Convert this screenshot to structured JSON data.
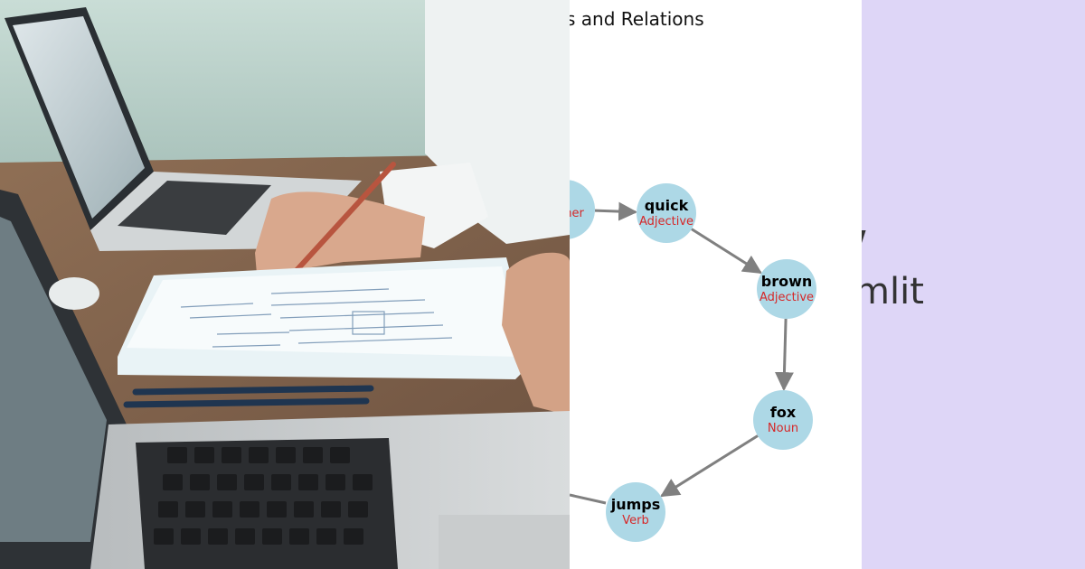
{
  "graph": {
    "title": "s and Relations",
    "nodes": [
      {
        "id": "n0",
        "word": "",
        "tag": "ner"
      },
      {
        "id": "n1",
        "word": "quick",
        "tag": "Adjective"
      },
      {
        "id": "n2",
        "word": "brown",
        "tag": "Adjective"
      },
      {
        "id": "n3",
        "word": "fox",
        "tag": "Noun"
      },
      {
        "id": "n4",
        "word": "jumps",
        "tag": "Verb"
      }
    ],
    "edges": [
      {
        "from": "n0",
        "to": "n1"
      },
      {
        "from": "n1",
        "to": "n2"
      },
      {
        "from": "n2",
        "to": "n3"
      },
      {
        "from": "n3",
        "to": "n4"
      }
    ]
  },
  "banner": {
    "text": "mlit"
  },
  "colors": {
    "node_fill": "#add8e6",
    "tag_color": "#d62728",
    "edge_color": "#808080",
    "lavender": "#ded6f7"
  }
}
